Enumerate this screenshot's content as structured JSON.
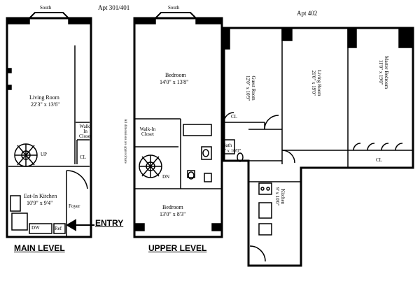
{
  "header": {
    "apt_left": "Apt 301/401",
    "apt_right": "Apt 402"
  },
  "main_level": {
    "caption": "MAIN LEVEL",
    "south": "South",
    "living_room": "Living Room",
    "living_room_dim": "22'3\" x 13'6\"",
    "walk_in_closet": "Walk-In Closet",
    "cl": "CL",
    "up": "UP",
    "kitchen": "Eat-In Kitchen",
    "kitchen_dim": "10'9\" x 9'4\"",
    "foyer": "Foyer",
    "dw": "DW",
    "ref": "Ref",
    "entry": "ENTRY"
  },
  "upper_level": {
    "caption": "UPPER LEVEL",
    "south": "South",
    "bedroom1": "Bedroom",
    "bedroom1_dim": "14'0\" x 13'8\"",
    "walk_in_closet": "Walk-In Closet",
    "dn": "DN",
    "bedroom2": "Bedroom",
    "bedroom2_dim": "13'0\" x 8'3\"",
    "note": "All dimensions are approximate"
  },
  "apt402": {
    "guest_room": "Guest Room",
    "guest_room_dim": "12'0\" x 10'9\"",
    "living_room": "Living Room",
    "living_room_dim": "21'0\" x 19'0\"",
    "master_bedroom": "Master Bedroom",
    "master_bedroom_dim": "11'0\" x 19'0\"",
    "bath": "Bath",
    "bath_dim": "7' x 10'0\"",
    "kitchen": "Kitchen",
    "kitchen_dim": "9' x 10'0\"",
    "cl1": "CL",
    "cl2": "CL"
  }
}
